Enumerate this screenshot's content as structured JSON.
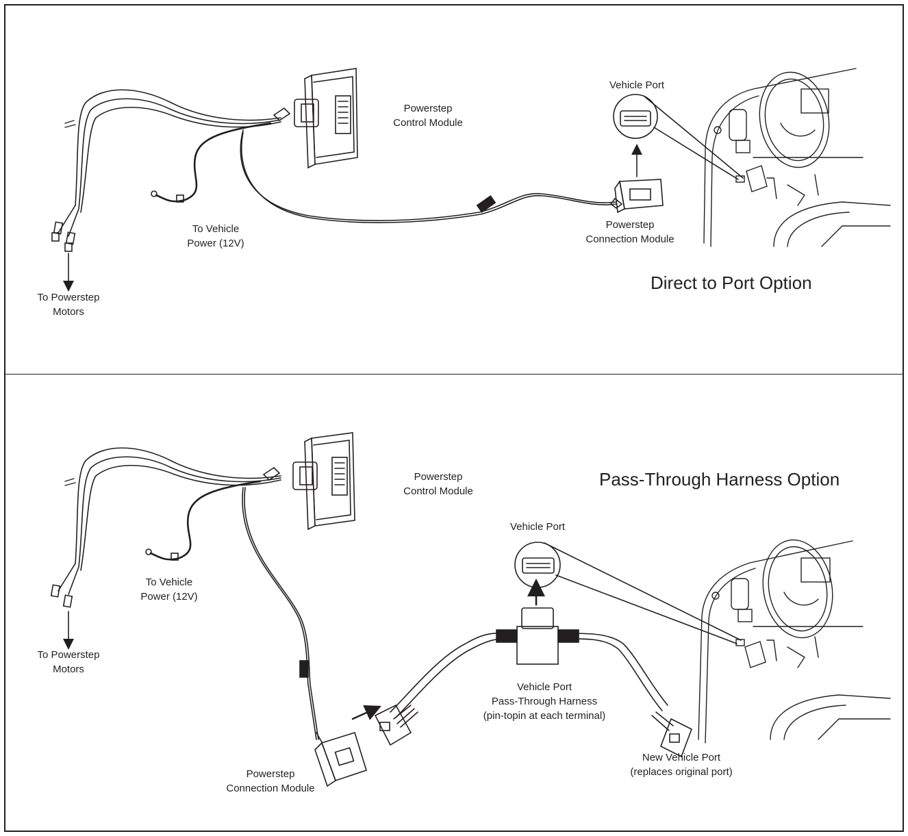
{
  "top_panel": {
    "title": "Direct to Port Option",
    "labels": {
      "control_module": [
        "Powerstep",
        "Control Module"
      ],
      "vehicle_port": "Vehicle Port",
      "vehicle_power": [
        "To Vehicle",
        "Power (12V)"
      ],
      "connection_module": [
        "Powerstep",
        "Connection Module"
      ],
      "motors": [
        "To Powerstep",
        "Motors"
      ]
    }
  },
  "bottom_panel": {
    "title": "Pass-Through Harness Option",
    "labels": {
      "control_module": [
        "Powerstep",
        "Control Module"
      ],
      "vehicle_port": "Vehicle Port",
      "vehicle_power": [
        "To Vehicle",
        "Power (12V)"
      ],
      "motors": [
        "To Powerstep",
        "Motors"
      ],
      "harness": [
        "Vehicle Port",
        "Pass-Through Harness",
        "(pin-topin at each terminal)"
      ],
      "connection_module": [
        "Powerstep",
        "Connection Module"
      ],
      "new_port": [
        "New Vehicle Port",
        "(replaces original port)"
      ]
    }
  },
  "colors": {
    "line": "#231f20",
    "background": "#ffffff"
  }
}
